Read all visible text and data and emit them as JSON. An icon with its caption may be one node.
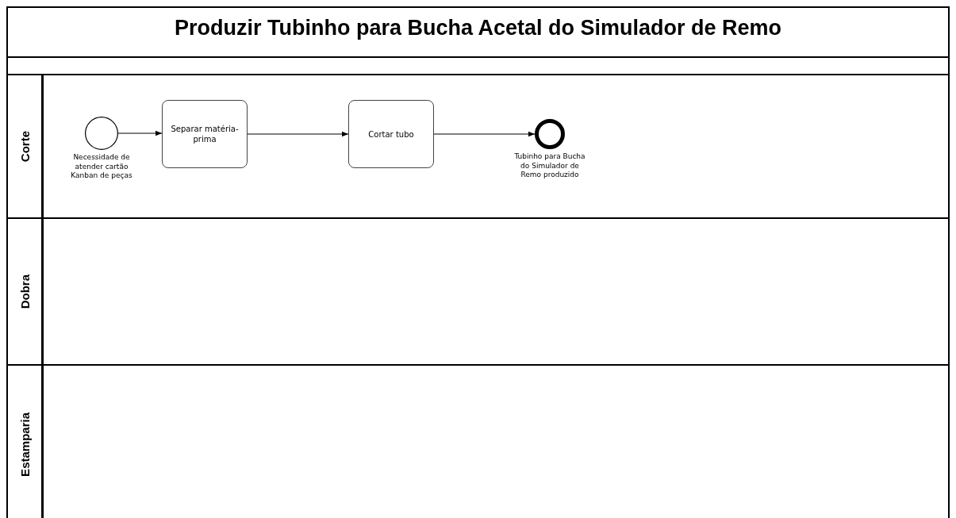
{
  "diagram": {
    "title": "Produzir Tubinho para Bucha Acetal do Simulador de Remo",
    "nodes": [
      {
        "text": [
          "Corte"
        ]
      },
      {
        "text": [],
        "shape": "circle",
        "in": 0,
        "beside": [
          "Necessidade de atender cartão Kanban de peças"
        ]
      },
      {
        "text": [
          "Separar matéria-prima"
        ],
        "in": 0
      },
      {
        "text": [
          "Cortar tubo"
        ],
        "in": 0
      },
      {
        "text": [],
        "shape": "circle",
        "in": 0,
        "beside": [
          "Tubinho para Bucha do Simulador de Remo produzido"
        ]
      },
      {
        "text": [
          "Dobra"
        ]
      },
      {
        "text": [
          "Estamparia"
        ]
      }
    ],
    "edges": [
      {
        "from": 1,
        "to": 2,
        "arrow": "to"
      },
      {
        "from": 2,
        "to": 3,
        "arrow": "to"
      },
      {
        "from": 3,
        "to": 4,
        "arrow": "to"
      }
    ]
  }
}
